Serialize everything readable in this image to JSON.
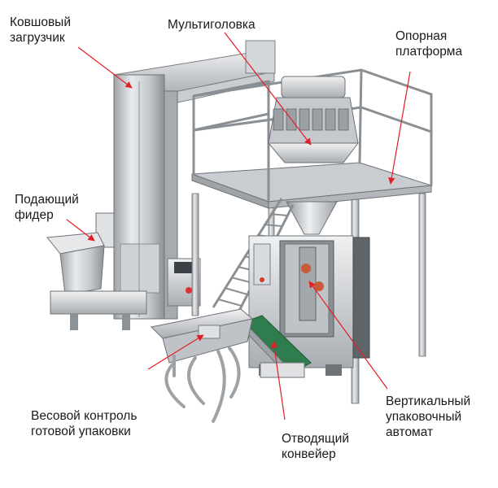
{
  "labels": {
    "bucket_elevator": "Ковшовый\nзагрузчик",
    "multihead": "Мультиголовка",
    "platform": "Опорная\nплатформа",
    "feeder": "Подающий\nфидер",
    "checkweigher": "Весовой контроль\nготовой упаковки",
    "output_conveyor": "Отводящий\nконвейер",
    "vffs": "Вертикальный\nупаковочный\nавтомат"
  },
  "colors": {
    "arrow": "#e41e26",
    "metal_light": "#e3e5e7",
    "metal_mid": "#b8bcc0",
    "metal_dark": "#6e7378",
    "green_belt": "#2f7d4e"
  }
}
